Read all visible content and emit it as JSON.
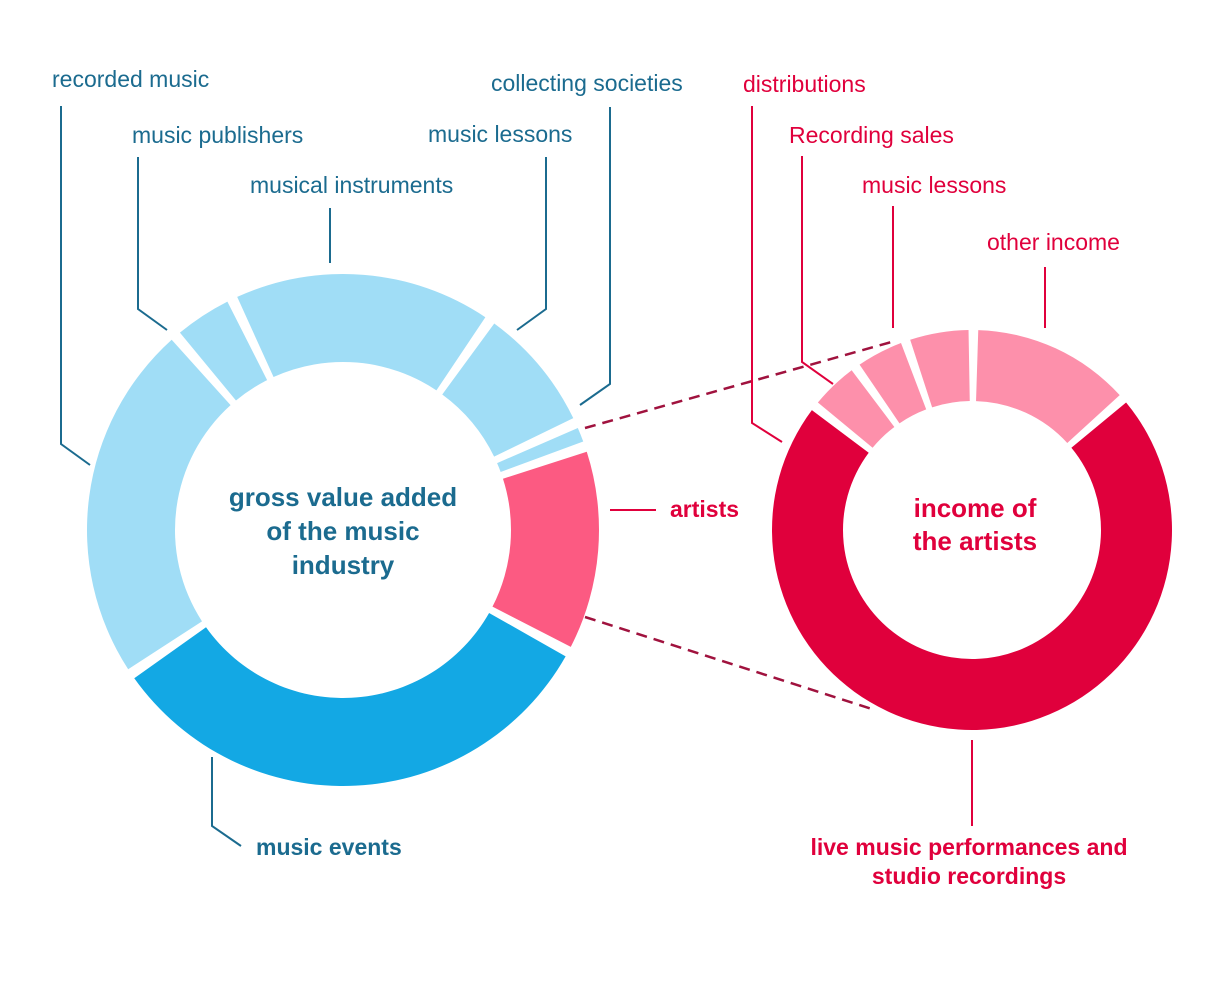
{
  "chart_data": [
    {
      "type": "donut",
      "center_label_lines": [
        "gross value added",
        "of the music",
        "industry"
      ],
      "colors": {
        "light": "#a0ddf6",
        "main": "#13a8e4",
        "highlight": "#fc5a82",
        "text": "#1b6b8f",
        "highlight_text": "#e0003c"
      },
      "segments": [
        {
          "label": "artists",
          "value": 12.5,
          "color": "#fc5a82"
        },
        {
          "label": "music events",
          "value": 31,
          "color": "#13a8e4"
        },
        {
          "label": "recorded music",
          "value": 22,
          "color": "#a0ddf6"
        },
        {
          "label": "music publishers",
          "value": 4,
          "color": "#a0ddf6"
        },
        {
          "label": "musical instruments",
          "value": 16,
          "color": "#a0ddf6"
        },
        {
          "label": "music lessons",
          "value": 8,
          "color": "#a0ddf6"
        },
        {
          "label": "collecting societies",
          "value": 1.5,
          "color": "#a0ddf6"
        }
      ]
    },
    {
      "type": "donut",
      "center_label_lines": [
        "income of",
        "the artists"
      ],
      "colors": {
        "light": "#fd90ab",
        "main": "#e0003c",
        "text": "#e0003c"
      },
      "segments": [
        {
          "label": "live music performances and studio recordings",
          "label_lines": [
            "live music performances and",
            "studio recordings"
          ],
          "value": 72,
          "color": "#e0003c"
        },
        {
          "label": "distributions",
          "value": 4.5,
          "color": "#fd90ab"
        },
        {
          "label": "Recording sales",
          "value": 4.5,
          "color": "#fd90ab"
        },
        {
          "label": "music lessons",
          "value": 5.5,
          "color": "#fd90ab"
        },
        {
          "label": "other income",
          "value": 13.5,
          "color": "#fd90ab"
        }
      ]
    }
  ]
}
